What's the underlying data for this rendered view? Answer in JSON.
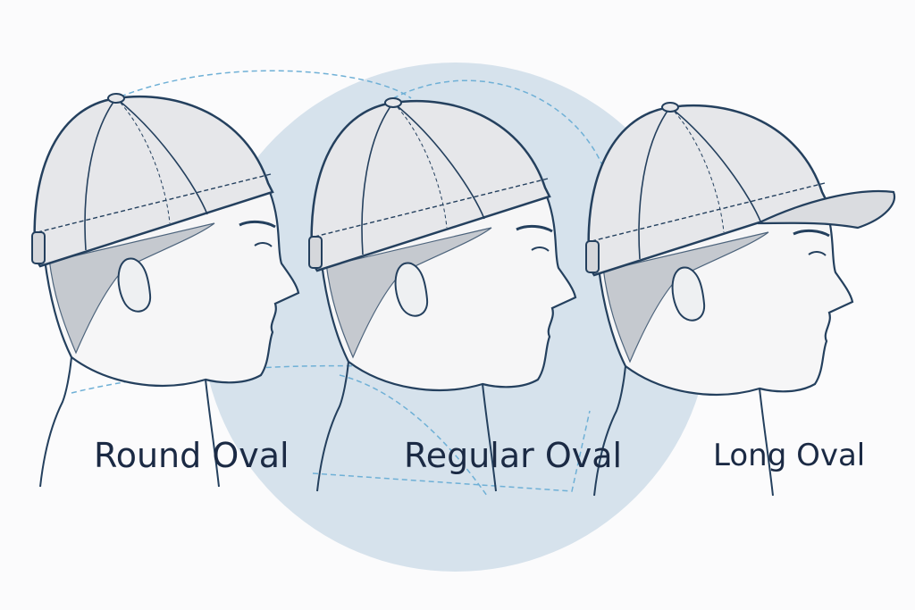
{
  "labels": [
    "Round Oval",
    "Regular Oval",
    "Long Oval"
  ],
  "colors": {
    "circle": "#d6e2ec",
    "ink": "#24405e",
    "cap": "#e6e7ea",
    "guide": "#6fb0d6",
    "text": "#1b2a44"
  }
}
